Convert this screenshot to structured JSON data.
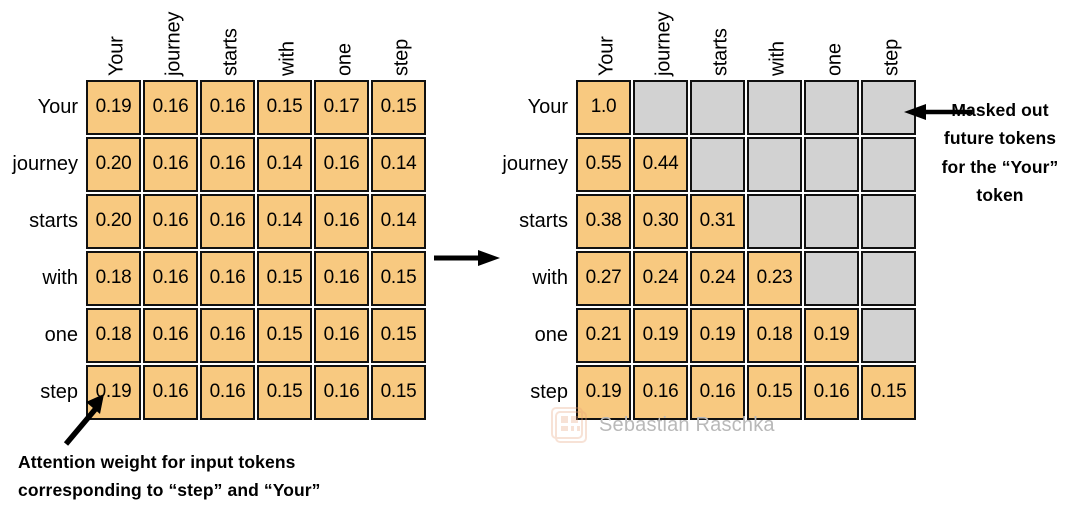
{
  "tokens": [
    "Your",
    "journey",
    "starts",
    "with",
    "one",
    "step"
  ],
  "chart_data": {
    "type": "heatmap",
    "title": "",
    "xlabel": "",
    "ylabel": "",
    "grid": false,
    "legend": "none",
    "panels": [
      {
        "name": "attention-weights",
        "position": "left",
        "col_labels": [
          "Your",
          "journey",
          "starts",
          "with",
          "one",
          "step"
        ],
        "row_labels": [
          "Your",
          "journey",
          "starts",
          "with",
          "one",
          "step"
        ],
        "masked": false,
        "rows": [
          [
            "0.19",
            "0.16",
            "0.16",
            "0.15",
            "0.17",
            "0.15"
          ],
          [
            "0.20",
            "0.16",
            "0.16",
            "0.14",
            "0.16",
            "0.14"
          ],
          [
            "0.20",
            "0.16",
            "0.16",
            "0.14",
            "0.16",
            "0.14"
          ],
          [
            "0.18",
            "0.16",
            "0.16",
            "0.15",
            "0.16",
            "0.15"
          ],
          [
            "0.18",
            "0.16",
            "0.16",
            "0.15",
            "0.16",
            "0.15"
          ],
          [
            "0.19",
            "0.16",
            "0.16",
            "0.15",
            "0.16",
            "0.15"
          ]
        ],
        "mask": [
          [
            false,
            false,
            false,
            false,
            false,
            false
          ],
          [
            false,
            false,
            false,
            false,
            false,
            false
          ],
          [
            false,
            false,
            false,
            false,
            false,
            false
          ],
          [
            false,
            false,
            false,
            false,
            false,
            false
          ],
          [
            false,
            false,
            false,
            false,
            false,
            false
          ],
          [
            false,
            false,
            false,
            false,
            false,
            false
          ]
        ]
      },
      {
        "name": "masked-normalized-attention-weights",
        "position": "right",
        "col_labels": [
          "Your",
          "journey",
          "starts",
          "with",
          "one",
          "step"
        ],
        "row_labels": [
          "Your",
          "journey",
          "starts",
          "with",
          "one",
          "step"
        ],
        "masked": true,
        "rows": [
          [
            "1.0",
            "",
            "",
            "",
            "",
            ""
          ],
          [
            "0.55",
            "0.44",
            "",
            "",
            "",
            ""
          ],
          [
            "0.38",
            "0.30",
            "0.31",
            "",
            "",
            ""
          ],
          [
            "0.27",
            "0.24",
            "0.24",
            "0.23",
            "",
            ""
          ],
          [
            "0.21",
            "0.19",
            "0.19",
            "0.18",
            "0.19",
            ""
          ],
          [
            "0.19",
            "0.16",
            "0.16",
            "0.15",
            "0.16",
            "0.15"
          ]
        ],
        "mask": [
          [
            false,
            true,
            true,
            true,
            true,
            true
          ],
          [
            false,
            false,
            true,
            true,
            true,
            true
          ],
          [
            false,
            false,
            false,
            true,
            true,
            true
          ],
          [
            false,
            false,
            false,
            false,
            true,
            true
          ],
          [
            false,
            false,
            false,
            false,
            false,
            true
          ],
          [
            false,
            false,
            false,
            false,
            false,
            false
          ]
        ]
      }
    ],
    "colors": {
      "cell_fill": "#f8c980",
      "masked_fill": "#d2d2d2",
      "cell_border": "#111111",
      "text": "#000000",
      "watermark_text": "#b9b9b9"
    }
  },
  "annotations": {
    "right": {
      "line1": "Masked out",
      "line2": "future tokens",
      "line3": "for the “Your”",
      "line4": "token"
    },
    "bottom": {
      "line1": "Attention weight for input tokens",
      "line2": "corresponding to “step” and “Your”"
    }
  },
  "watermark": {
    "text": "Sebastian Raschka",
    "logo_icon": "stamp-logo-icon"
  },
  "arrows": {
    "middle": "right-arrow-icon",
    "right": "left-arrow-icon",
    "bottom_left": "diagonal-arrow-icon"
  }
}
